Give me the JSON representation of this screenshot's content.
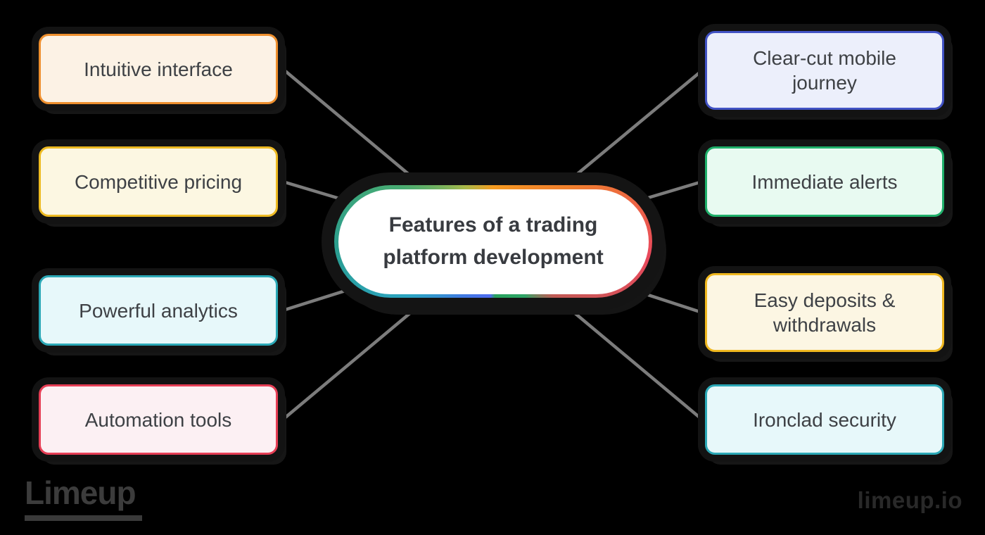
{
  "diagram": {
    "title": "Features of a trading platform development",
    "features_left": [
      {
        "label": "Intuitive interface",
        "border": "#EE8F2E",
        "bg": "#FCF2E5"
      },
      {
        "label": "Competitive pricing",
        "border": "#EDBA22",
        "bg": "#FCF7E2"
      },
      {
        "label": "Powerful analytics",
        "border": "#2BA8B6",
        "bg": "#E7F8FA"
      },
      {
        "label": "Automation tools",
        "border": "#E63E55",
        "bg": "#FCF0F3"
      }
    ],
    "features_right": [
      {
        "label": "Clear-cut mobile journey",
        "border": "#4152C4",
        "bg": "#ECEFFB"
      },
      {
        "label": "Immediate alerts",
        "border": "#1FAF6A",
        "bg": "#E8FAF1"
      },
      {
        "label": "Easy deposits & withdrawals",
        "border": "#EFB71F",
        "bg": "#FCF6E3"
      },
      {
        "label": "Ironclad security",
        "border": "#2BA8B6",
        "bg": "#E7F8FA"
      }
    ],
    "connector_color": "#7C7C7C",
    "pill_gradient": [
      "#F59B20",
      "#E9495C",
      "#2EA566",
      "#4F6BF0",
      "#2BA4C2",
      "#2A9D8F",
      "#47AB72"
    ],
    "title_text_color": "#383B40",
    "label_text_color": "#3E4145",
    "background_color": "#000000"
  },
  "branding": {
    "logo_text": "Limeup",
    "watermark": "limeup.io"
  }
}
